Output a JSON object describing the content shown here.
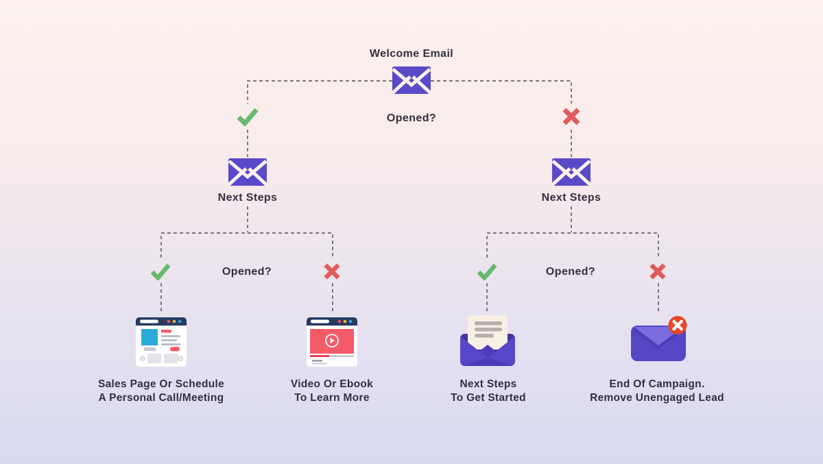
{
  "flow": {
    "root": {
      "label": "Welcome Email",
      "question": "Opened?"
    },
    "branch_opened": {
      "label": "Next Steps",
      "question": "Opened?"
    },
    "branch_not_opened": {
      "label": "Next Steps",
      "question": "Opened?"
    },
    "outcomes": [
      {
        "id": "sales-page",
        "line1": "Sales Page Or Schedule",
        "line2": "A Personal Call/Meeting",
        "icon": "browser-sales-page-icon"
      },
      {
        "id": "video-ebook",
        "line1": "Video Or Ebook",
        "line2": "To Learn More",
        "icon": "browser-video-icon"
      },
      {
        "id": "next-steps-started",
        "line1": "Next Steps",
        "line2": "To Get Started",
        "icon": "open-envelope-letter-icon"
      },
      {
        "id": "end-campaign",
        "line1": "End Of Campaign.",
        "line2": "Remove Unengaged Lead",
        "icon": "envelope-remove-icon"
      }
    ]
  },
  "colors": {
    "background_top": "#fdf2ec",
    "background_bottom": "#d8daf1",
    "envelope_purple": "#5a49c9",
    "envelope_dark_purple": "#43339e",
    "envelope_light_flap": "#7b6ce0",
    "check_green": "#68b96c",
    "cross_red": "#e05b5b",
    "badge_red": "#e8462a",
    "accent_pink": "#f45b69",
    "browser_bar_navy": "#253c61",
    "image_blue": "#2aa9dd",
    "dashed_line": "#4c4c4c",
    "text": "#332f3e"
  }
}
